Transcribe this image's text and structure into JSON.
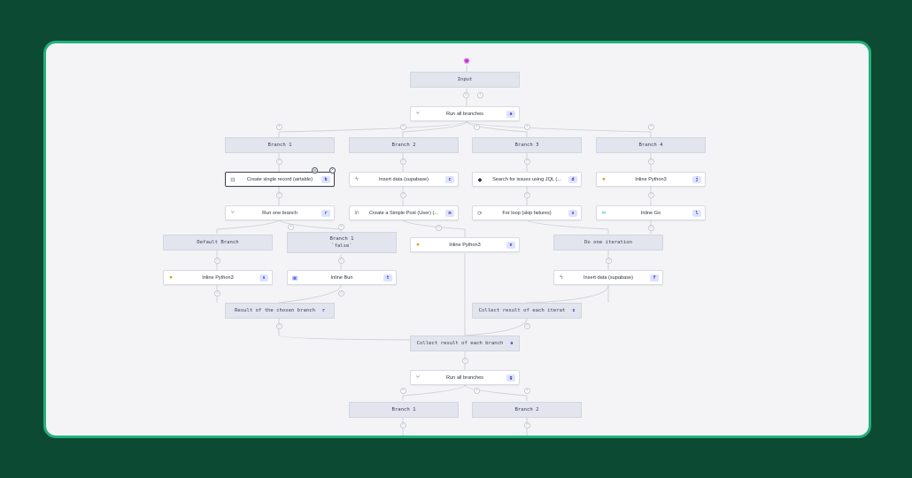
{
  "flow": {
    "start_icon": "sparkle-icon",
    "input_label": "Input",
    "run_all_branches_top": {
      "label": "Run all branches",
      "badge": "a"
    },
    "branches_top": [
      {
        "label": "Branch 1"
      },
      {
        "label": "Branch 2"
      },
      {
        "label": "Branch 3"
      },
      {
        "label": "Branch 4"
      }
    ],
    "steps_row1": [
      {
        "label": "Create single record (airtable)",
        "badge": "b",
        "icon": "airtable-icon"
      },
      {
        "label": "Insert data (supabase)",
        "badge": "c",
        "icon": "supabase-icon"
      },
      {
        "label": "Search for issues using JQL (...",
        "badge": "d",
        "icon": "jira-icon"
      },
      {
        "label": "Inline Python3",
        "badge": "j",
        "icon": "python-icon"
      }
    ],
    "steps_row2": [
      {
        "label": "Run one branch",
        "badge": "r",
        "icon": "branch-icon"
      },
      {
        "label": "Create a Simple Post (User) (...",
        "badge": "m",
        "icon": "linkedin-icon"
      },
      {
        "label": "For loop (skip failures)",
        "badge": "x",
        "icon": "loop-icon"
      },
      {
        "label": "Inline Go",
        "badge": "l",
        "icon": "go-icon"
      }
    ],
    "default_branch_label": "Default Branch",
    "branch1_false_line1": "Branch 1",
    "branch1_false_line2": "`false`",
    "inline_python_mid": {
      "label": "Inline Python3",
      "badge": "n"
    },
    "do_one_iteration_label": "Do one iteration",
    "steps_row4": [
      {
        "label": "Inline Python3",
        "badge": "s",
        "icon": "python-icon"
      },
      {
        "label": "Inline Bun",
        "badge": "t",
        "icon": "bun-icon"
      },
      {
        "label": "Insert data (supabase)",
        "badge": "f",
        "icon": "supabase-icon"
      }
    ],
    "result_chosen": {
      "label": "Result of the chosen branch",
      "badge": "r"
    },
    "collect_iter": {
      "label": "Collect result of each iterat",
      "badge": "x"
    },
    "collect_branch": {
      "label": "Collect result of each branch",
      "badge": "a"
    },
    "run_all_branches_bottom": {
      "label": "Run all branches",
      "badge": "g"
    },
    "branches_bottom": [
      {
        "label": "Branch 1"
      },
      {
        "label": "Branch 2"
      }
    ]
  },
  "colors": {
    "background": "#0d4a33",
    "frame_border": "#22b07d",
    "canvas": "#f4f4f6",
    "badge_bg": "#dfe3ff",
    "badge_fg": "#3741b5",
    "group_bg": "#e2e4ee"
  }
}
